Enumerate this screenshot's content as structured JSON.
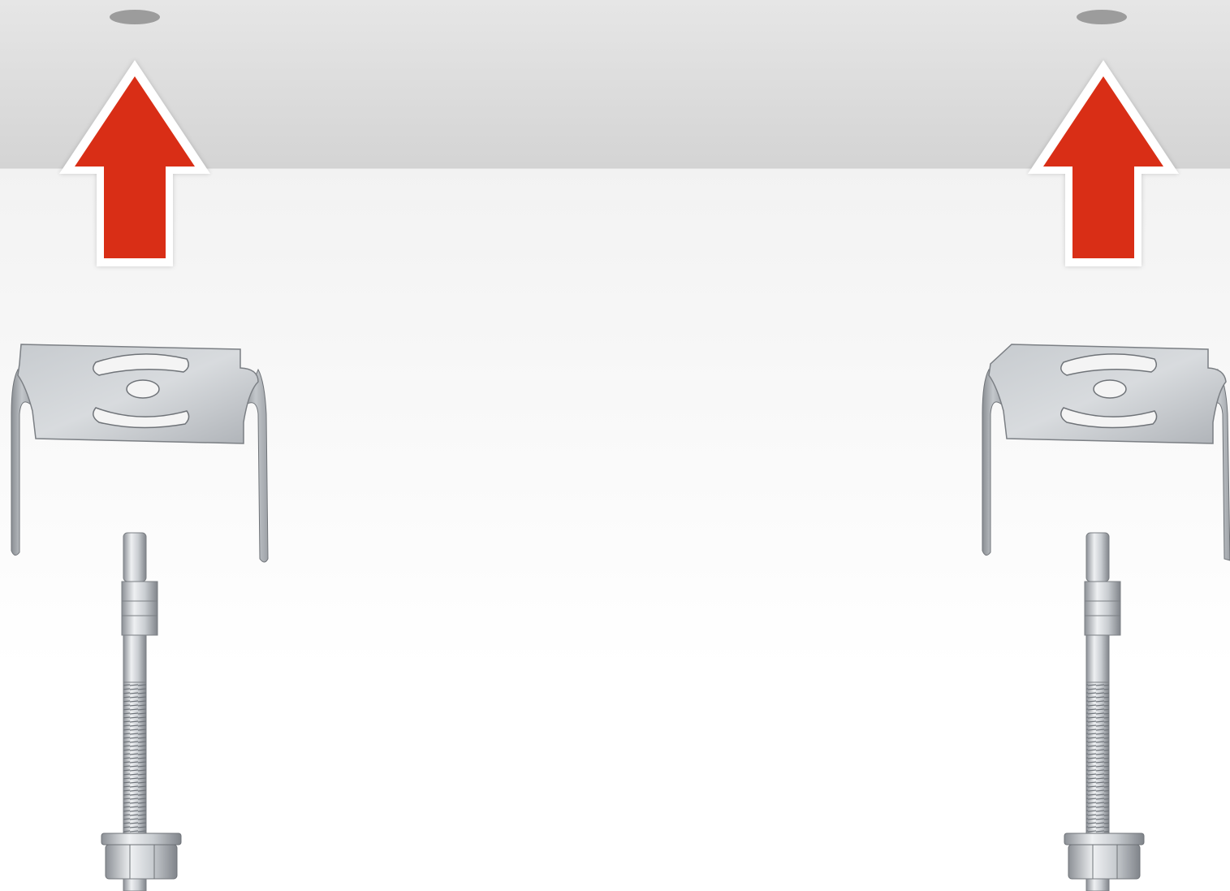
{
  "illustration": {
    "kind": "ceiling-mount-installation",
    "colors": {
      "ceiling_top": "#e4e4e4",
      "ceiling_bottom": "#d6d6d6",
      "ceiling_hole": "#9d9d9d",
      "arrow_fill": "#d92e12",
      "arrow_outline": "#ffffff",
      "wall_top": "#efefef",
      "wall_bottom": "#ffffff",
      "metal_light": "#d9dde1",
      "metal_mid": "#b4b8bd",
      "metal_dark": "#7b7f84"
    },
    "components": [
      {
        "name": "ceiling-slab"
      },
      {
        "name": "mounting-bracket",
        "count": 2
      },
      {
        "name": "wedge-anchor-bolt",
        "count": 2
      },
      {
        "name": "up-arrow",
        "count": 2
      }
    ]
  }
}
